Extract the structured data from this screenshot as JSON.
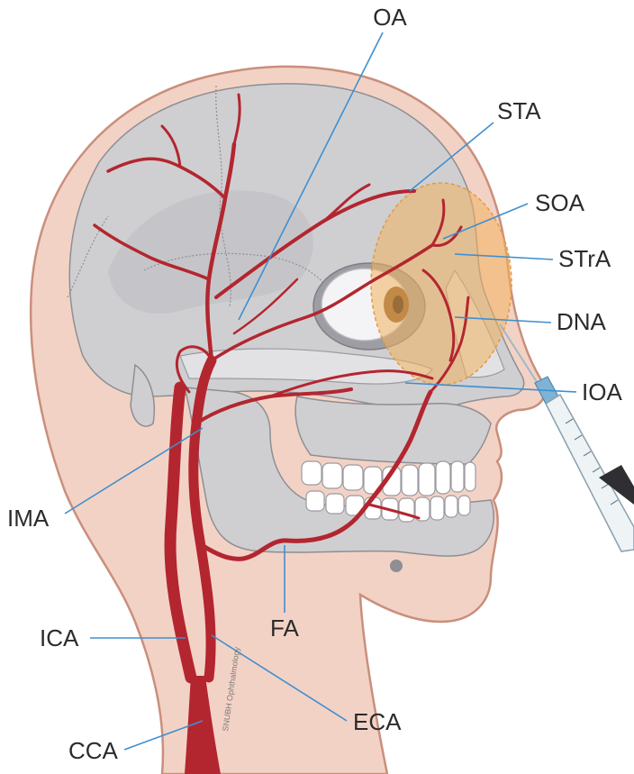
{
  "watermark": "SNUBH Ophthalmology",
  "labels": {
    "oa": "OA",
    "sta": "STA",
    "soa": "SOA",
    "stra": "STrA",
    "dna": "DNA",
    "ioa": "IOA",
    "ima": "IMA",
    "ica": "ICA",
    "fa": "FA",
    "eca": "ECA",
    "cca": "CCA"
  },
  "colors": {
    "skin": "#f3d2c6",
    "skin_outline": "#c98f7c",
    "bone": "#cfcfd2",
    "artery": "#b3262f",
    "injection_zone": "#f3b35e",
    "leader_line": "#3f8fd0",
    "label_text": "#2b2b2b"
  }
}
